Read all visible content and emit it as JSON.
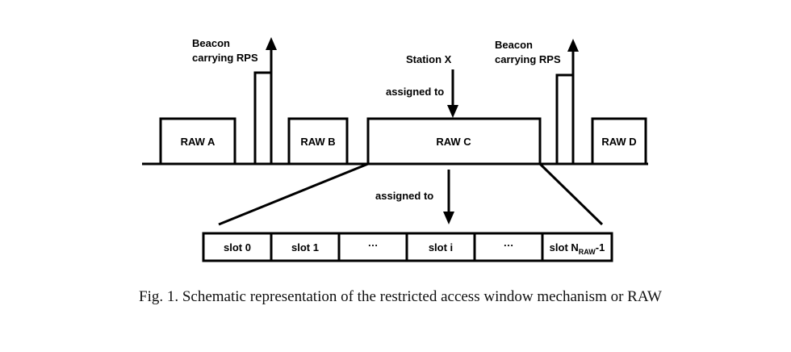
{
  "diagram": {
    "raw_blocks": {
      "a": "RAW A",
      "b": "RAW B",
      "c": "RAW C",
      "d": "RAW D"
    },
    "beacon_left": {
      "line1": "Beacon",
      "line2": "carrying RPS"
    },
    "beacon_right": {
      "line1": "Beacon",
      "line2": "carrying RPS"
    },
    "station_label": "Station X",
    "assigned_to_upper": "assigned to",
    "assigned_to_lower": "assigned to",
    "slots": {
      "slot0": "slot 0",
      "slot1": "slot 1",
      "ellipsis1": "…",
      "sloti": "slot i",
      "ellipsis2": "…",
      "last_prefix": "slot N",
      "last_sub": "RAW",
      "last_suffix": "-1"
    }
  },
  "caption": "Fig. 1.  Schematic representation of the restricted access window mechanism or RAW"
}
